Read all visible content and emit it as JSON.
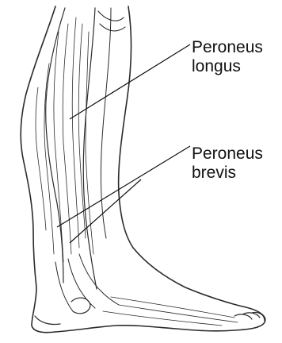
{
  "labels": {
    "peroneus_longus": {
      "line1": "Peroneus",
      "line2": "longus"
    },
    "peroneus_brevis": {
      "line1": "Peroneus",
      "line2": "brevis"
    }
  },
  "colors": {
    "ink": "#111111",
    "drawing": "#2b2b2b",
    "fill": "#ffffff",
    "shade": "#d9d9d9"
  }
}
